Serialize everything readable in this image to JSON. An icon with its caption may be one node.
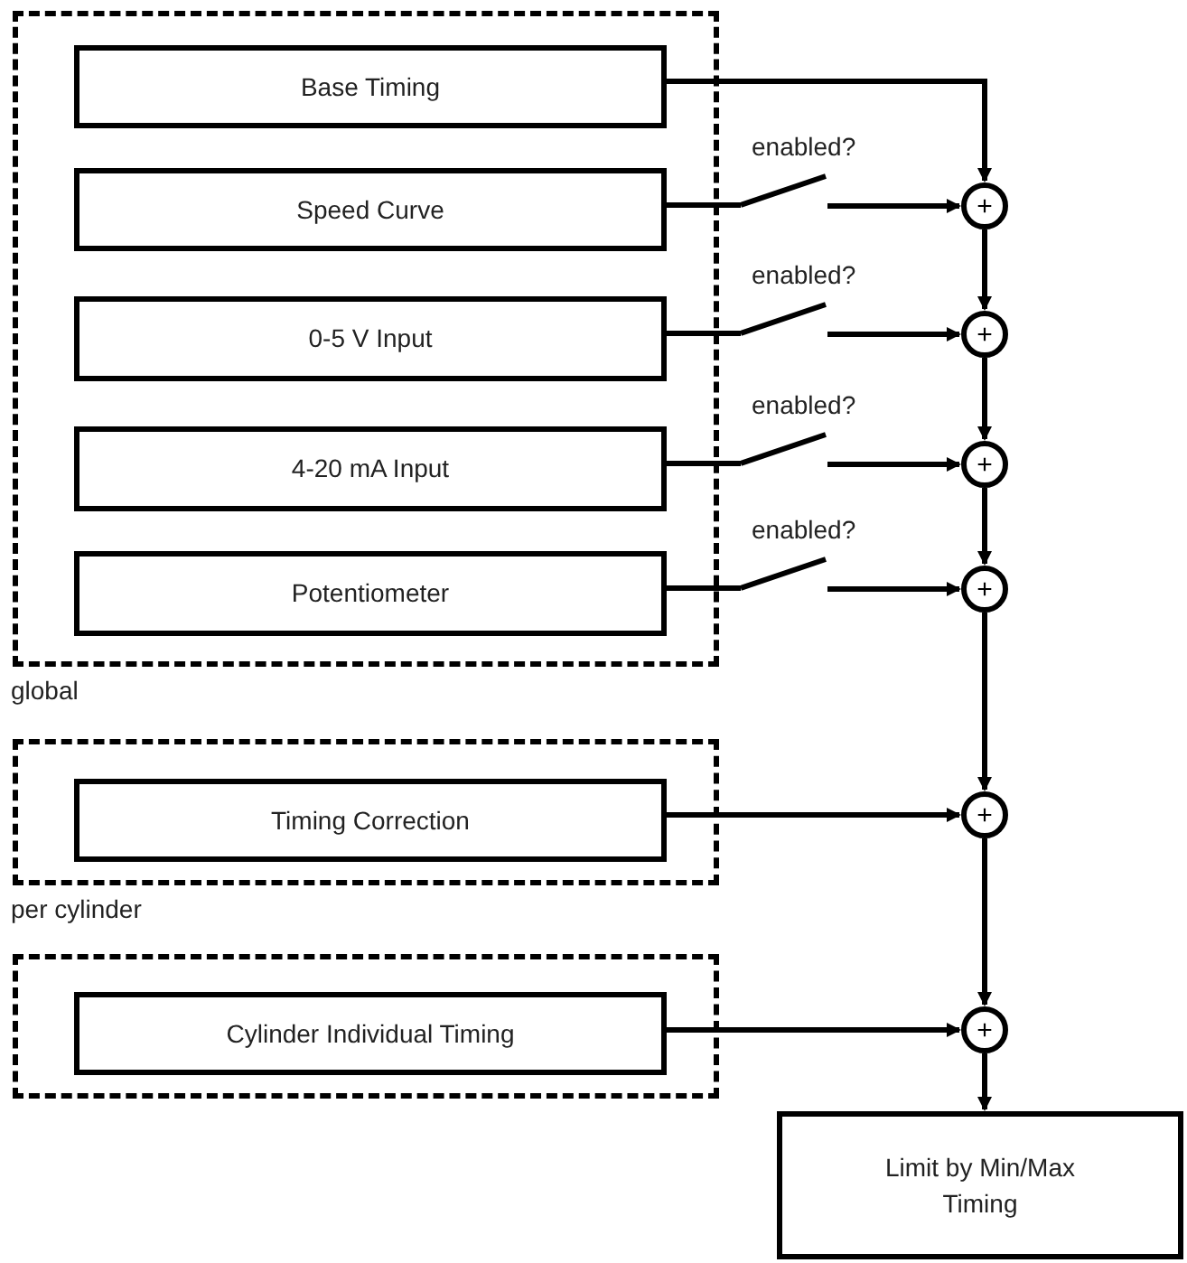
{
  "diagram": {
    "nodes": [
      {
        "text": [
          "global"
        ]
      },
      {
        "text": [
          "Base Timing"
        ],
        "in": 0
      },
      {
        "text": [
          "Speed Curve"
        ],
        "in": 0
      },
      {
        "text": [
          "0-5 V Input"
        ],
        "in": 0
      },
      {
        "text": [
          "4-20 mA Input"
        ],
        "in": 0
      },
      {
        "text": [
          "Potentiometer"
        ],
        "in": 0
      },
      {
        "text": [
          "per cylinder"
        ]
      },
      {
        "text": [
          "Timing Correction"
        ],
        "in": 6
      },
      {
        "text": [],
        "shape": "box"
      },
      {
        "text": [
          "Cylinder Individual Timing"
        ],
        "in": 8
      },
      {
        "text": [
          "+"
        ]
      },
      {
        "text": [
          "+"
        ]
      },
      {
        "text": [
          "+"
        ]
      },
      {
        "text": [
          "+"
        ]
      },
      {
        "text": [
          "+"
        ]
      },
      {
        "text": [
          "+"
        ]
      },
      {
        "text": [
          "Limit by Min/Max Timing"
        ]
      },
      {
        "text": [],
        "shape": "switch",
        "beside": [
          "enabled?"
        ]
      },
      {
        "text": [],
        "shape": "switch",
        "beside": [
          "enabled?"
        ]
      },
      {
        "text": [],
        "shape": "switch",
        "beside": [
          "enabled?"
        ]
      },
      {
        "text": [],
        "shape": "switch",
        "beside": [
          "enabled?"
        ]
      }
    ],
    "edges": [
      {
        "from": 1,
        "to": 10,
        "arrow": "to"
      },
      {
        "from": 2,
        "to": 17,
        "arrow": "none"
      },
      {
        "from": 17,
        "to": 10,
        "arrow": "to"
      },
      {
        "from": 3,
        "to": 18,
        "arrow": "none"
      },
      {
        "from": 18,
        "to": 11,
        "arrow": "to"
      },
      {
        "from": 4,
        "to": 19,
        "arrow": "none"
      },
      {
        "from": 19,
        "to": 12,
        "arrow": "to"
      },
      {
        "from": 5,
        "to": 20,
        "arrow": "none"
      },
      {
        "from": 20,
        "to": 13,
        "arrow": "to"
      },
      {
        "from": 7,
        "to": 14,
        "arrow": "to"
      },
      {
        "from": 9,
        "to": 15,
        "arrow": "to"
      },
      {
        "from": 10,
        "to": 11,
        "arrow": "to"
      },
      {
        "from": 11,
        "to": 12,
        "arrow": "to"
      },
      {
        "from": 12,
        "to": 13,
        "arrow": "to"
      },
      {
        "from": 13,
        "to": 14,
        "arrow": "to"
      },
      {
        "from": 14,
        "to": 15,
        "arrow": "to"
      },
      {
        "from": 15,
        "to": 16,
        "arrow": "to"
      }
    ]
  }
}
